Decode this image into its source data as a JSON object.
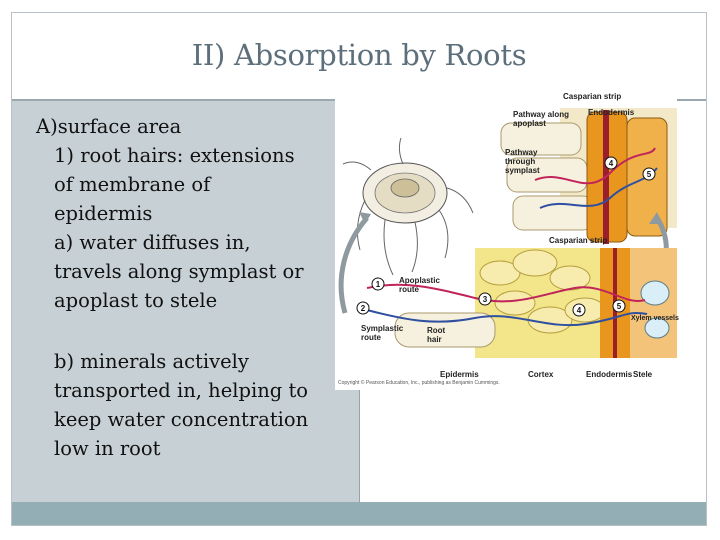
{
  "slide": {
    "title": "II) Absorption by Roots",
    "bullets": [
      "A)surface area",
      "1) root hairs: extensions",
      "of membrane of",
      "epidermis",
      "a) water diffuses in,",
      "travels along symplast or",
      "apoplast to stele",
      "b) minerals actively",
      "transported in, helping to",
      "keep water concentration",
      "low in root"
    ]
  },
  "figure": {
    "labels": {
      "casparian_top": "Casparian strip",
      "pathway_apoplast": "Pathway along apoplast",
      "endodermis_top": "Endodermis",
      "pathway_symplast": "Pathway through symplast",
      "casparian_mid": "Casparian strip",
      "apoplastic_route": "Apoplastic route",
      "symplastic_route": "Symplastic route",
      "root_hair": "Root hair",
      "xylem_vessels": "Xylem vessels",
      "epidermis": "Epidermis",
      "cortex": "Cortex",
      "endodermis_bottom": "Endodermis",
      "stele": "Stele",
      "copyright": "Copyright © Pearson Education, Inc., publishing as Benjamin Cummings."
    },
    "markers": [
      "1",
      "2",
      "3",
      "4",
      "5",
      "4",
      "5"
    ],
    "colors": {
      "stele_orange": "#e8961e",
      "cortex_yellow": "#f3e58a",
      "casparian_red": "#9a1f2a",
      "route_blue": "#2f4fa0",
      "route_magenta": "#c0245a",
      "arrow_gray": "#8e9aa0"
    }
  }
}
